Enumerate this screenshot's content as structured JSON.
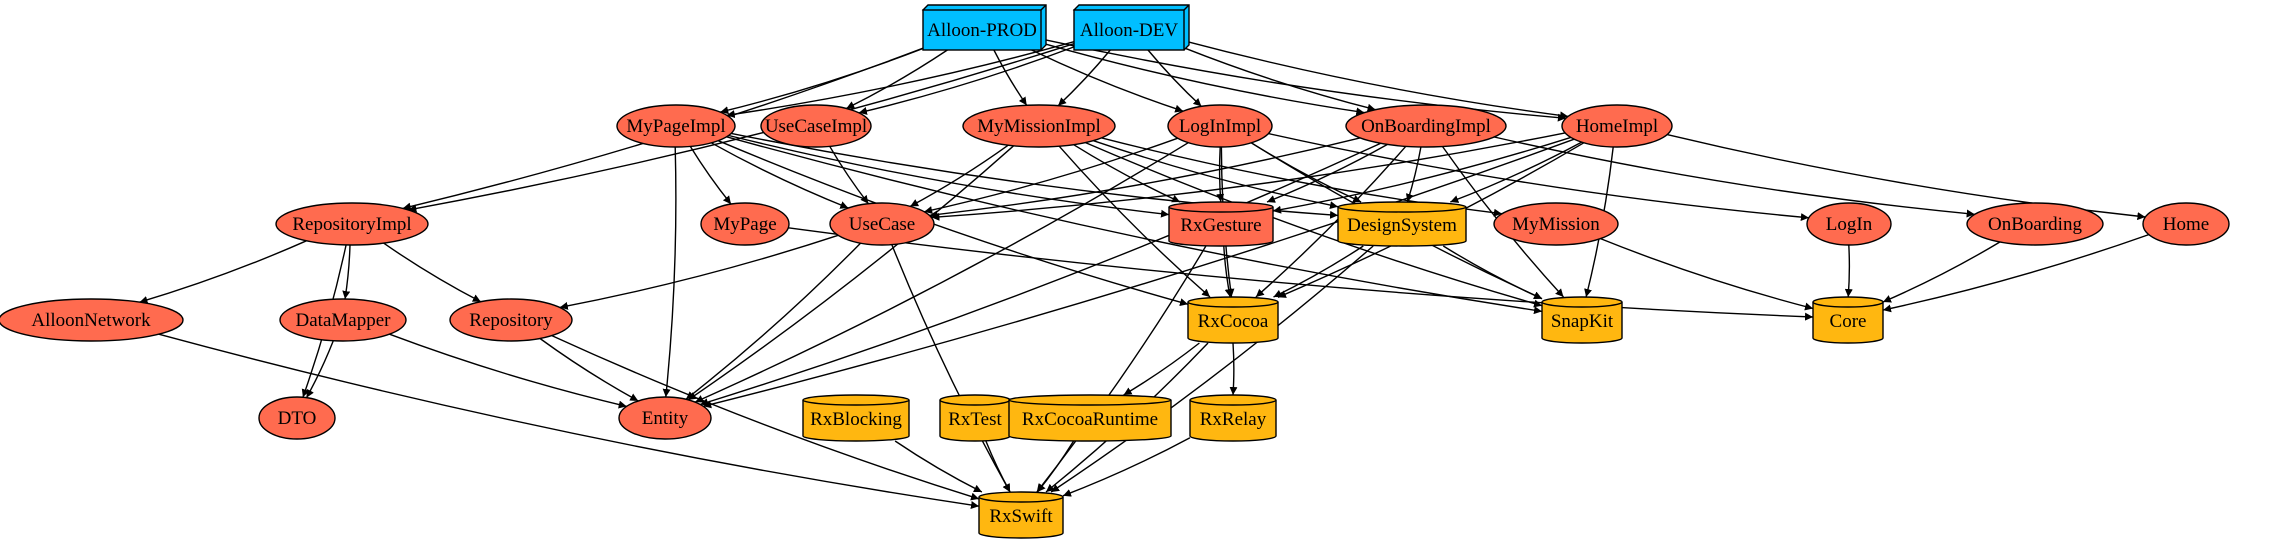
{
  "graph": {
    "colors": {
      "module": "#00bfff",
      "impl": "#ff6b4f",
      "library": "#ffb710",
      "stroke": "#000000",
      "background": "#ffffff"
    },
    "nodes": [
      {
        "id": "AlloonPROD",
        "label": "Alloon-PROD",
        "shape": "box3d",
        "kind": "module"
      },
      {
        "id": "AlloonDEV",
        "label": "Alloon-DEV",
        "shape": "box3d",
        "kind": "module"
      },
      {
        "id": "MyPageImpl",
        "label": "MyPageImpl",
        "shape": "ellipse",
        "kind": "impl"
      },
      {
        "id": "UseCaseImpl",
        "label": "UseCaseImpl",
        "shape": "ellipse",
        "kind": "impl"
      },
      {
        "id": "MyMissionImpl",
        "label": "MyMissionImpl",
        "shape": "ellipse",
        "kind": "impl"
      },
      {
        "id": "LogInImpl",
        "label": "LogInImpl",
        "shape": "ellipse",
        "kind": "impl"
      },
      {
        "id": "OnBoardingImpl",
        "label": "OnBoardingImpl",
        "shape": "ellipse",
        "kind": "impl"
      },
      {
        "id": "HomeImpl",
        "label": "HomeImpl",
        "shape": "ellipse",
        "kind": "impl"
      },
      {
        "id": "RepositoryImpl",
        "label": "RepositoryImpl",
        "shape": "ellipse",
        "kind": "impl"
      },
      {
        "id": "MyPage",
        "label": "MyPage",
        "shape": "ellipse",
        "kind": "impl"
      },
      {
        "id": "UseCase",
        "label": "UseCase",
        "shape": "ellipse",
        "kind": "impl"
      },
      {
        "id": "RxGesture",
        "label": "RxGesture",
        "shape": "cylinder",
        "kind": "impl"
      },
      {
        "id": "DesignSystem",
        "label": "DesignSystem",
        "shape": "cylinder",
        "kind": "library"
      },
      {
        "id": "MyMission",
        "label": "MyMission",
        "shape": "ellipse",
        "kind": "impl"
      },
      {
        "id": "LogIn",
        "label": "LogIn",
        "shape": "ellipse",
        "kind": "impl"
      },
      {
        "id": "OnBoarding",
        "label": "OnBoarding",
        "shape": "ellipse",
        "kind": "impl"
      },
      {
        "id": "Home",
        "label": "Home",
        "shape": "ellipse",
        "kind": "impl"
      },
      {
        "id": "AlloonNetwork",
        "label": "AlloonNetwork",
        "shape": "ellipse",
        "kind": "impl"
      },
      {
        "id": "DataMapper",
        "label": "DataMapper",
        "shape": "ellipse",
        "kind": "impl"
      },
      {
        "id": "Repository",
        "label": "Repository",
        "shape": "ellipse",
        "kind": "impl"
      },
      {
        "id": "RxCocoa",
        "label": "RxCocoa",
        "shape": "cylinder",
        "kind": "library"
      },
      {
        "id": "SnapKit",
        "label": "SnapKit",
        "shape": "cylinder",
        "kind": "library"
      },
      {
        "id": "Core",
        "label": "Core",
        "shape": "cylinder",
        "kind": "library"
      },
      {
        "id": "DTO",
        "label": "DTO",
        "shape": "ellipse",
        "kind": "impl"
      },
      {
        "id": "Entity",
        "label": "Entity",
        "shape": "ellipse",
        "kind": "impl"
      },
      {
        "id": "RxBlocking",
        "label": "RxBlocking",
        "shape": "cylinder",
        "kind": "library"
      },
      {
        "id": "RxTest",
        "label": "RxTest",
        "shape": "cylinder",
        "kind": "library"
      },
      {
        "id": "RxCocoaRuntime",
        "label": "RxCocoaRuntime",
        "shape": "cylinder",
        "kind": "library"
      },
      {
        "id": "RxRelay",
        "label": "RxRelay",
        "shape": "cylinder",
        "kind": "library"
      },
      {
        "id": "RxSwift",
        "label": "RxSwift",
        "shape": "cylinder",
        "kind": "library"
      }
    ],
    "edges": [
      [
        "AlloonPROD",
        "MyPageImpl"
      ],
      [
        "AlloonPROD",
        "UseCaseImpl"
      ],
      [
        "AlloonPROD",
        "MyMissionImpl"
      ],
      [
        "AlloonPROD",
        "LogInImpl"
      ],
      [
        "AlloonPROD",
        "OnBoardingImpl"
      ],
      [
        "AlloonPROD",
        "HomeImpl"
      ],
      [
        "AlloonPROD",
        "RepositoryImpl"
      ],
      [
        "AlloonDEV",
        "MyPageImpl"
      ],
      [
        "AlloonDEV",
        "UseCaseImpl"
      ],
      [
        "AlloonDEV",
        "MyMissionImpl"
      ],
      [
        "AlloonDEV",
        "LogInImpl"
      ],
      [
        "AlloonDEV",
        "OnBoardingImpl"
      ],
      [
        "AlloonDEV",
        "HomeImpl"
      ],
      [
        "AlloonDEV",
        "RepositoryImpl"
      ],
      [
        "MyPageImpl",
        "MyPage"
      ],
      [
        "MyPageImpl",
        "UseCase"
      ],
      [
        "MyPageImpl",
        "RxGesture"
      ],
      [
        "MyPageImpl",
        "DesignSystem"
      ],
      [
        "MyPageImpl",
        "RxCocoa"
      ],
      [
        "MyPageImpl",
        "SnapKit"
      ],
      [
        "MyPageImpl",
        "Entity"
      ],
      [
        "UseCaseImpl",
        "UseCase"
      ],
      [
        "MyMissionImpl",
        "MyMission"
      ],
      [
        "MyMissionImpl",
        "UseCase"
      ],
      [
        "MyMissionImpl",
        "RxGesture"
      ],
      [
        "MyMissionImpl",
        "DesignSystem"
      ],
      [
        "MyMissionImpl",
        "RxCocoa"
      ],
      [
        "MyMissionImpl",
        "SnapKit"
      ],
      [
        "MyMissionImpl",
        "Entity"
      ],
      [
        "LogInImpl",
        "LogIn"
      ],
      [
        "LogInImpl",
        "UseCase"
      ],
      [
        "LogInImpl",
        "RxGesture"
      ],
      [
        "LogInImpl",
        "DesignSystem"
      ],
      [
        "LogInImpl",
        "RxCocoa"
      ],
      [
        "LogInImpl",
        "SnapKit"
      ],
      [
        "LogInImpl",
        "Entity"
      ],
      [
        "OnBoardingImpl",
        "OnBoarding"
      ],
      [
        "OnBoardingImpl",
        "UseCase"
      ],
      [
        "OnBoardingImpl",
        "RxGesture"
      ],
      [
        "OnBoardingImpl",
        "DesignSystem"
      ],
      [
        "OnBoardingImpl",
        "RxCocoa"
      ],
      [
        "OnBoardingImpl",
        "SnapKit"
      ],
      [
        "OnBoardingImpl",
        "Entity"
      ],
      [
        "HomeImpl",
        "Home"
      ],
      [
        "HomeImpl",
        "UseCase"
      ],
      [
        "HomeImpl",
        "RxGesture"
      ],
      [
        "HomeImpl",
        "DesignSystem"
      ],
      [
        "HomeImpl",
        "RxCocoa"
      ],
      [
        "HomeImpl",
        "SnapKit"
      ],
      [
        "HomeImpl",
        "Entity"
      ],
      [
        "RepositoryImpl",
        "AlloonNetwork"
      ],
      [
        "RepositoryImpl",
        "DataMapper"
      ],
      [
        "RepositoryImpl",
        "Repository"
      ],
      [
        "RepositoryImpl",
        "DTO"
      ],
      [
        "MyPage",
        "Core"
      ],
      [
        "UseCase",
        "Repository"
      ],
      [
        "UseCase",
        "Entity"
      ],
      [
        "UseCase",
        "RxSwift"
      ],
      [
        "RxGesture",
        "RxCocoa"
      ],
      [
        "RxGesture",
        "RxSwift"
      ],
      [
        "DesignSystem",
        "RxCocoa"
      ],
      [
        "DesignSystem",
        "SnapKit"
      ],
      [
        "DesignSystem",
        "RxSwift"
      ],
      [
        "MyMission",
        "Core"
      ],
      [
        "LogIn",
        "Core"
      ],
      [
        "OnBoarding",
        "Core"
      ],
      [
        "Home",
        "Core"
      ],
      [
        "AlloonNetwork",
        "RxSwift"
      ],
      [
        "DataMapper",
        "DTO"
      ],
      [
        "DataMapper",
        "Entity"
      ],
      [
        "Repository",
        "Entity"
      ],
      [
        "Repository",
        "RxSwift"
      ],
      [
        "RxCocoa",
        "RxCocoaRuntime"
      ],
      [
        "RxCocoa",
        "RxRelay"
      ],
      [
        "RxCocoa",
        "RxSwift"
      ],
      [
        "RxBlocking",
        "RxSwift"
      ],
      [
        "RxTest",
        "RxSwift"
      ],
      [
        "RxCocoaRuntime",
        "RxSwift"
      ],
      [
        "RxRelay",
        "RxSwift"
      ]
    ]
  }
}
